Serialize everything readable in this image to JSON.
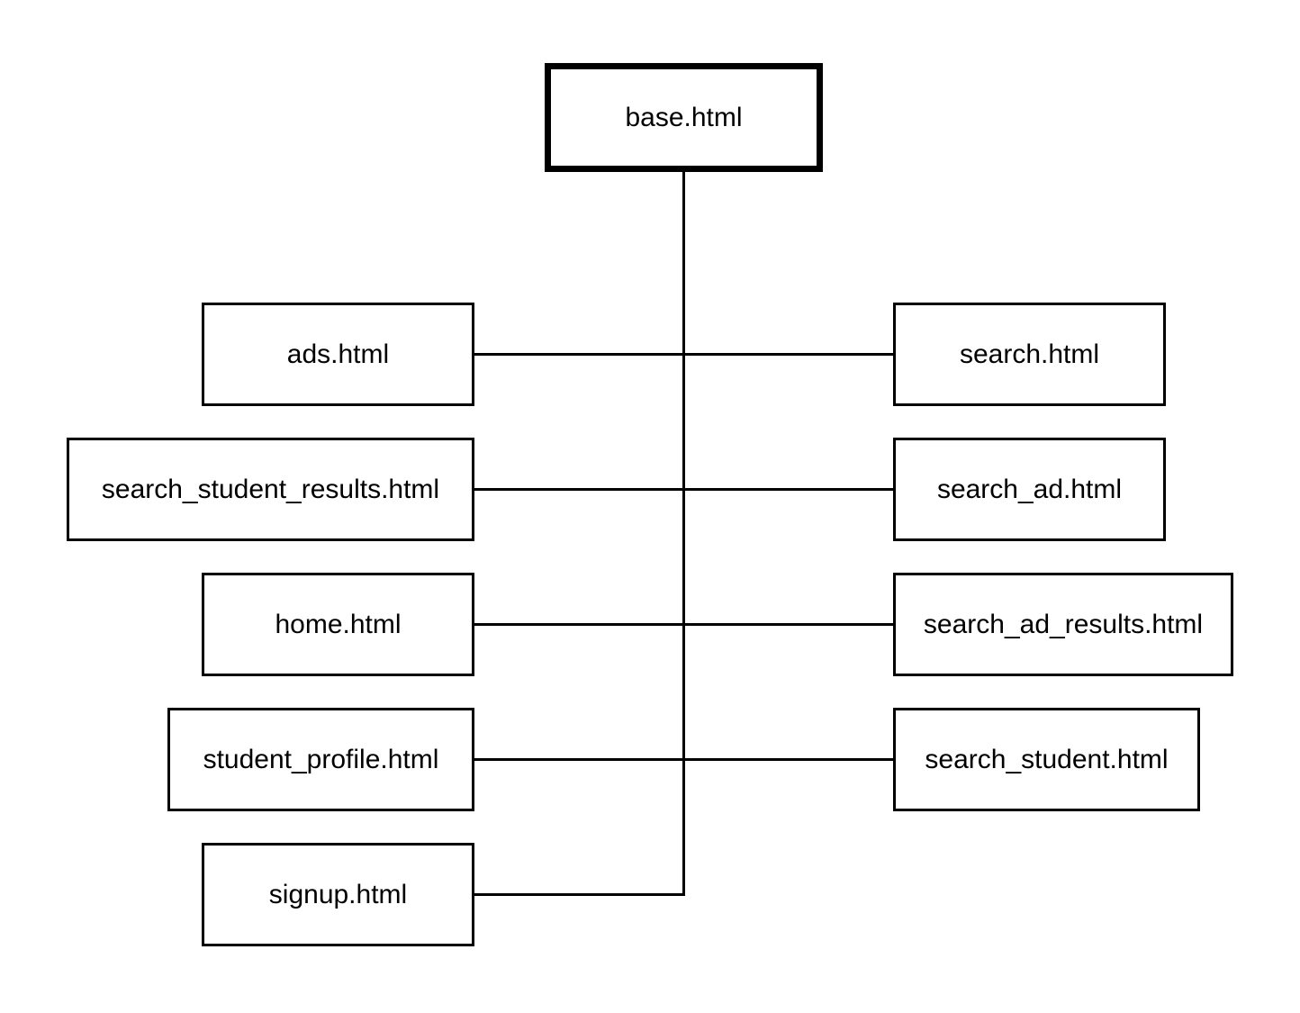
{
  "diagram": {
    "line_color": "#000000",
    "box_border_color": "#000000",
    "background": "#ffffff",
    "root": {
      "label": "base.html"
    },
    "left_nodes": [
      {
        "label": "ads.html"
      },
      {
        "label": "search_student_results.html"
      },
      {
        "label": "home.html"
      },
      {
        "label": "student_profile.html"
      },
      {
        "label": "signup.html"
      }
    ],
    "right_nodes": [
      {
        "label": "search.html"
      },
      {
        "label": "search_ad.html"
      },
      {
        "label": "search_ad_results.html"
      },
      {
        "label": "search_student.html"
      }
    ]
  }
}
